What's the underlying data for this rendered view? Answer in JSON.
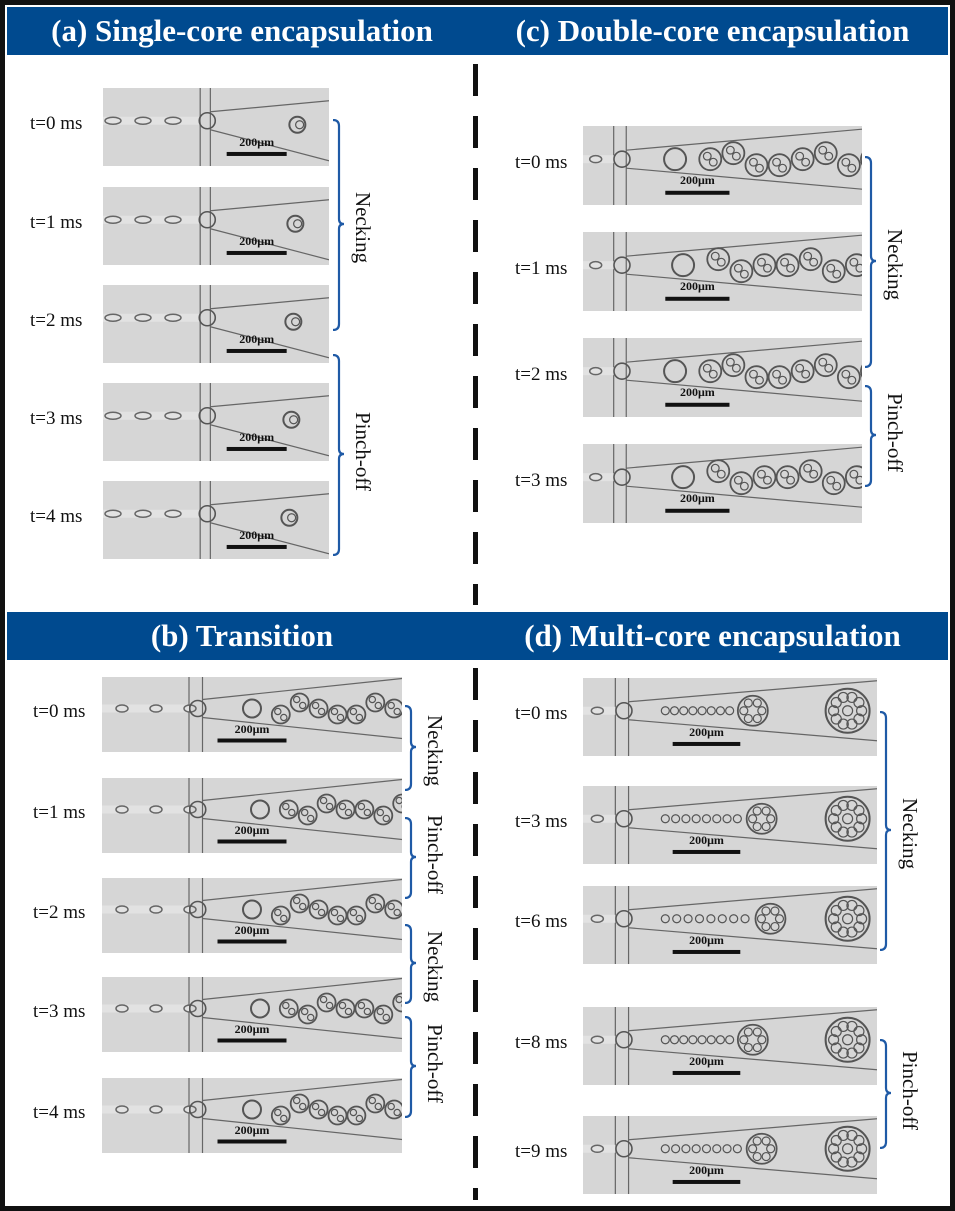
{
  "panels": {
    "a": {
      "title": "(a) Single-core encapsulation",
      "times": [
        "t=0 ms",
        "t=1 ms",
        "t=2 ms",
        "t=3 ms",
        "t=4 ms"
      ],
      "phases": [
        "Necking",
        "Pinch-off"
      ]
    },
    "b": {
      "title": "(b) Transition",
      "times": [
        "t=0 ms",
        "t=1 ms",
        "t=2 ms",
        "t=3 ms",
        "t=4 ms"
      ],
      "phases": [
        "Necking",
        "Pinch-off",
        "Necking",
        "Pinch-off"
      ]
    },
    "c": {
      "title": "(c) Double-core encapsulation",
      "times": [
        "t=0 ms",
        "t=1 ms",
        "t=2 ms",
        "t=3 ms"
      ],
      "phases": [
        "Necking",
        "Pinch-off"
      ]
    },
    "d": {
      "title": "(d) Multi-core encapsulation",
      "times": [
        "t=0 ms",
        "t=3 ms",
        "t=6 ms",
        "t=8 ms",
        "t=9 ms"
      ],
      "phases": [
        "Necking",
        "Pinch-off"
      ]
    }
  },
  "scale_bar_label": "200μm",
  "colors": {
    "header": "#004a8f",
    "brace": "#1f5aa6",
    "frame": "#111111",
    "image_bg": "#d6d6d6"
  }
}
